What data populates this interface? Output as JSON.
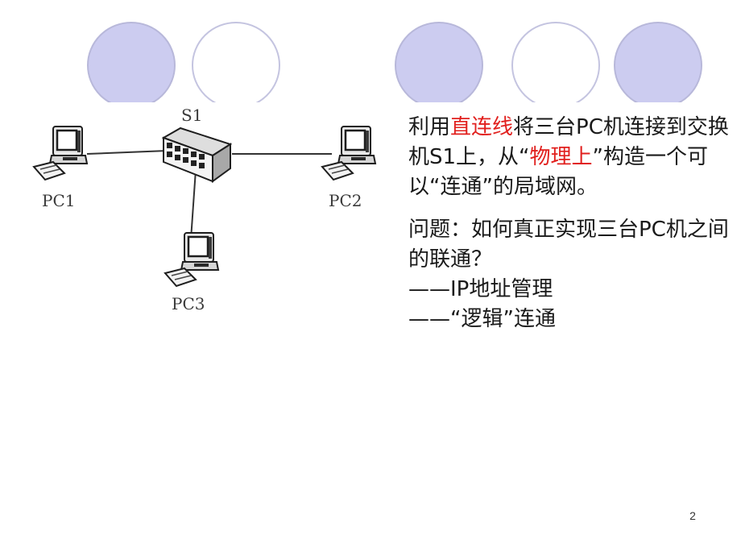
{
  "diagram": {
    "switch": {
      "label": "S1",
      "icon": "network-switch-icon"
    },
    "hosts": [
      {
        "id": "pc1",
        "label": "PC1",
        "icon": "desktop-computer-icon"
      },
      {
        "id": "pc2",
        "label": "PC2",
        "icon": "desktop-computer-icon"
      },
      {
        "id": "pc3",
        "label": "PC3",
        "icon": "desktop-computer-icon"
      }
    ]
  },
  "text": {
    "intro": {
      "p1": "利用",
      "hl1": "直连线",
      "p2": "将三台PC机连接到交换机S1上，从“",
      "hl2": "物理上",
      "p3": "”构造一个可以“连通”的局域网。"
    },
    "question": "问题：如何真正实现三台PC机之间的联通？",
    "points": [
      "——IP地址管理",
      "——“逻辑”连通"
    ]
  },
  "page_number": "2",
  "colors": {
    "circle_fill": "#ccccf0",
    "circle_stroke": "#b8b8da",
    "highlight": "#e1201e"
  }
}
